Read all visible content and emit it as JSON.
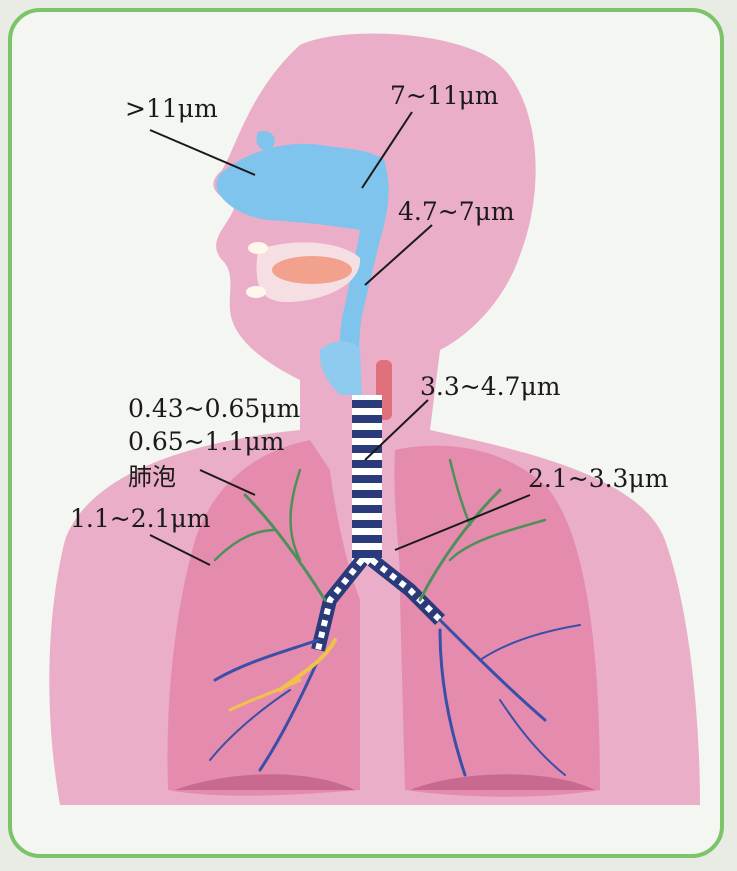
{
  "labels": {
    "nasal_cavity": ">11μm",
    "nasopharynx": "7~11μm",
    "pharynx": "4.7~7μm",
    "trachea": "3.3~4.7μm",
    "alveoli_fine": "0.43~0.65μm",
    "alveoli_coarse": "0.65~1.1μm",
    "alveoli": "肺泡",
    "bronchioles": "1.1~2.1μm",
    "bronchi": "2.1~3.3μm"
  },
  "colors": {
    "frame_border": "#7cc36a",
    "panel_background": "#f4f6f1",
    "body_pink": "#ebaec8",
    "lung_pink": "#e58cae",
    "airway_blue": "#7fc4ec",
    "bronchial_tree_green": "#4f8f5a",
    "bronchial_tree_blue": "#3b4fa8",
    "bronchial_tree_yellow": "#f0c24a"
  }
}
